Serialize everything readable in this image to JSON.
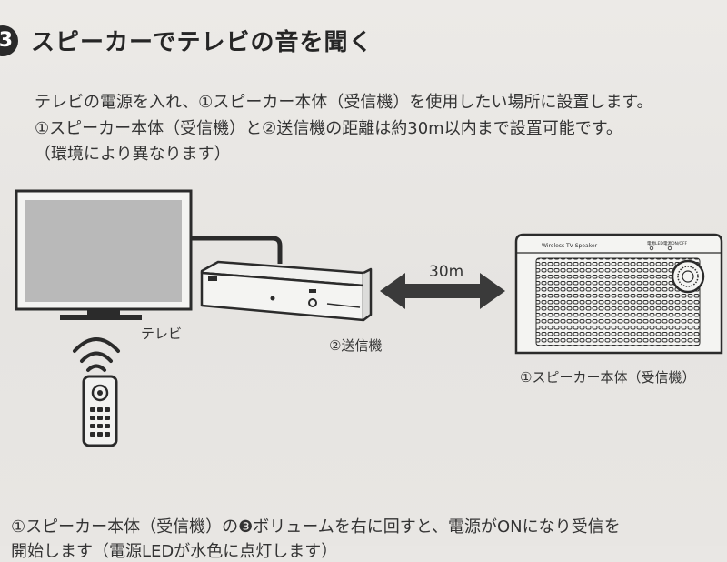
{
  "step": {
    "number": "3",
    "title": "スピーカーでテレビの音を聞く"
  },
  "instructions": [
    "テレビの電源を入れ、①スピーカー本体（受信機）を使用したい場所に設置します。",
    "①スピーカー本体（受信機）と②送信機の距離は約30m以内まで設置可能です。",
    "（環境により異なります）"
  ],
  "diagram": {
    "tv_label": "テレビ",
    "transmitter_label": "②送信機",
    "distance_label": "30m",
    "speaker_label": "①スピーカー本体（受信機）",
    "speaker_brand_text": "Wireless TV Speaker",
    "speaker_led_labels": [
      "電源LED",
      "電源ON/OFF"
    ]
  },
  "bottom_note": [
    "①スピーカー本体（受信機）の❸ボリュームを右に回すと、電源がONになり受信を",
    "開始します（電源LEDが水色に点灯します）"
  ]
}
